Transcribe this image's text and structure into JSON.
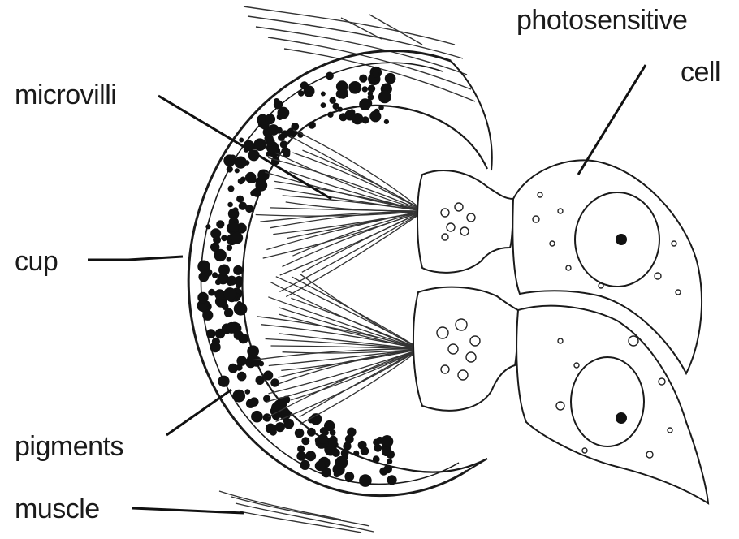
{
  "labels": {
    "microvilli": "microvilli",
    "photosensitive_line1": "photosensitive",
    "photosensitive_line2": "cell",
    "cup": "cup",
    "pigments": "pigments",
    "muscle": "muscle"
  },
  "colors": {
    "ink": "#1a1a1a",
    "background": "#ffffff"
  }
}
